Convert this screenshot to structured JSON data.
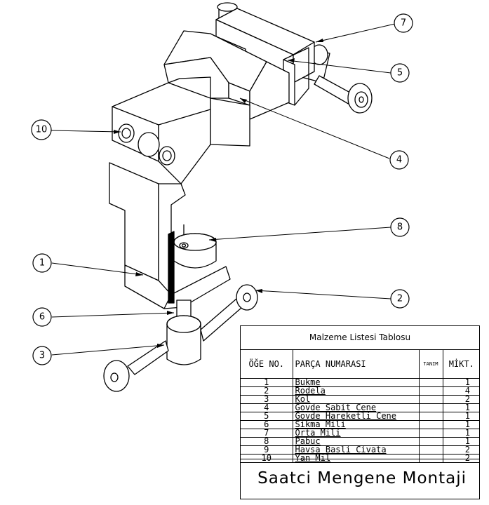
{
  "callouts": [
    {
      "id": "c7",
      "label": "7"
    },
    {
      "id": "c5",
      "label": "5"
    },
    {
      "id": "c10",
      "label": "10"
    },
    {
      "id": "c4",
      "label": "4"
    },
    {
      "id": "c8",
      "label": "8"
    },
    {
      "id": "c1",
      "label": "1"
    },
    {
      "id": "c2",
      "label": "2"
    },
    {
      "id": "c6",
      "label": "6"
    },
    {
      "id": "c3",
      "label": "3"
    }
  ],
  "bom": {
    "title": "Malzeme Listesi Tablosu",
    "headers": {
      "no": "ÖĞE NO.",
      "name": "PARÇA NUMARASI",
      "desc": "TANIM",
      "qty": "MİKT."
    },
    "rows": [
      {
        "no": "1",
        "name": "Bukme",
        "qty": "1"
      },
      {
        "no": "2",
        "name": "Rodela",
        "qty": "4"
      },
      {
        "no": "3",
        "name": "Kol",
        "qty": "2"
      },
      {
        "no": "4",
        "name": "Govde Sabit Cene",
        "qty": "1"
      },
      {
        "no": "5",
        "name": "Govde Hareketli Cene",
        "qty": "1"
      },
      {
        "no": "6",
        "name": "Sikma Mili",
        "qty": "1"
      },
      {
        "no": "7",
        "name": "Orta Mili",
        "qty": "1"
      },
      {
        "no": "8",
        "name": "Pabuc",
        "qty": "1"
      },
      {
        "no": "9",
        "name": "Havsa Basli Civata",
        "qty": "2"
      },
      {
        "no": "10",
        "name": "Yan Mil",
        "qty": "2"
      }
    ],
    "assembly_title": "Saatci Mengene Montaji"
  }
}
